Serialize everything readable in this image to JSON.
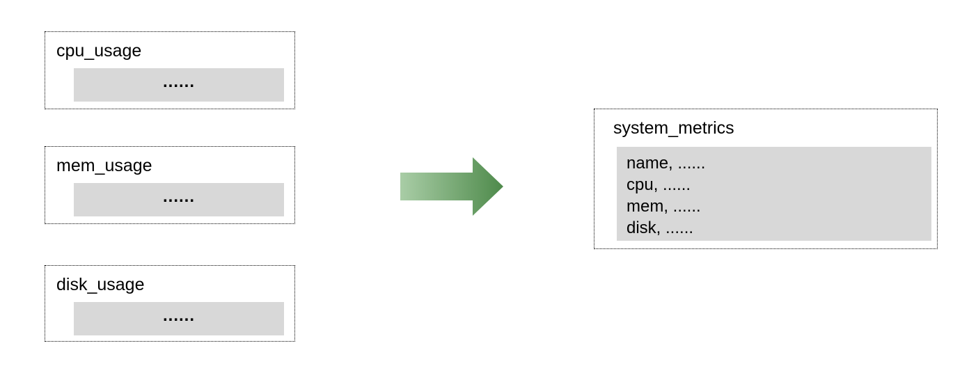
{
  "diagram": {
    "source_tables": [
      {
        "title": "cpu_usage",
        "body": "......"
      },
      {
        "title": "mem_usage",
        "body": "......"
      },
      {
        "title": "disk_usage",
        "body": "......"
      }
    ],
    "result_table": {
      "title": "system_metrics",
      "rows": [
        "name, ......",
        "cpu, ......",
        "mem, ......",
        "disk, ......"
      ]
    },
    "arrow": {
      "direction": "right",
      "color_start": "#a9cda6",
      "color_end": "#4e8a4b"
    },
    "colors": {
      "bar_fill": "#d8d8d8",
      "border": "#000000",
      "background": "#ffffff"
    }
  }
}
